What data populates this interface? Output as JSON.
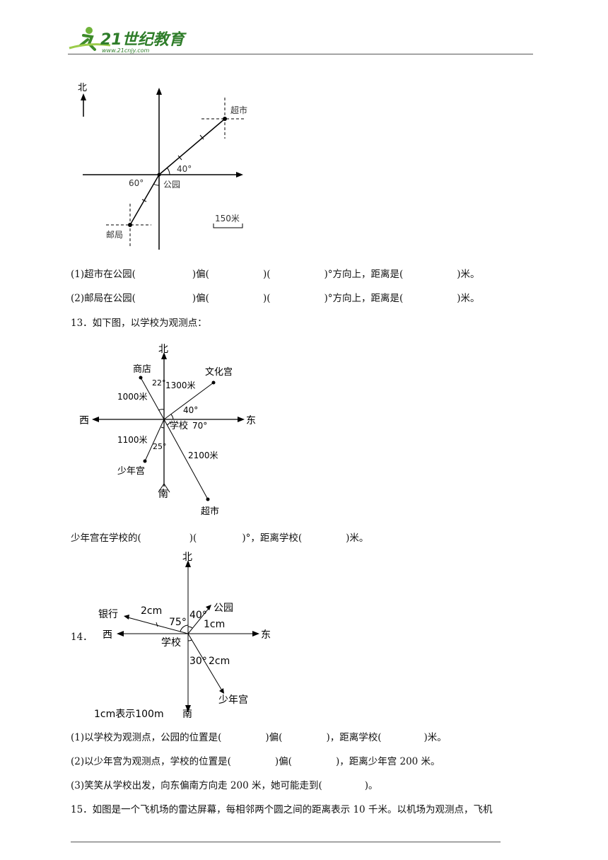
{
  "header": {
    "logo_text": "21世纪教育",
    "logo_url_text": "www.21cnjy.com"
  },
  "figure1": {
    "north": "北",
    "supermarket": "超市",
    "park": "公园",
    "post_office": "邮局",
    "angle_upper": "40°",
    "angle_lower": "60°",
    "scale": "150米"
  },
  "q12": {
    "line1": [
      "(1)超市在公园(",
      ")偏(",
      ")(",
      ")°方向上，距离是(",
      ")米。"
    ],
    "line2": [
      "(2)邮局在公园(",
      ")偏(",
      ")(",
      ")°方向上，距离是(",
      ")米。"
    ]
  },
  "q13": {
    "intro": "13．如下图，以学校为观测点：",
    "figure": {
      "north": "北",
      "south": "南",
      "west": "西",
      "east": "东",
      "store": "商店",
      "culture_palace": "文化宫",
      "school": "学校",
      "youth_palace": "少年宫",
      "supermarket": "超市",
      "a22": "22°",
      "a40": "40°",
      "a70": "70°",
      "a25": "25°",
      "d1300": "1300米",
      "d1000": "1000米",
      "d1100": "1100米",
      "d2100": "2100米"
    },
    "question": [
      "少年宫在学校的(",
      ")(",
      ")°，距离学校(",
      ")米。"
    ]
  },
  "q14": {
    "number": "14．",
    "figure": {
      "north": "北",
      "south": "南",
      "west": "西",
      "east": "东",
      "bank": "银行",
      "park": "公园",
      "school": "学校",
      "youth_palace": "少年宫",
      "d_bank": "2cm",
      "d_park": "1cm",
      "d_youth": "2cm",
      "a75": "75°",
      "a40": "40°",
      "a30": "30°",
      "scale": "1cm表示100m"
    },
    "line1": [
      "(1)以学校为观测点，公园的位置是(",
      ")偏(",
      ")，距离学校(",
      ")米。"
    ],
    "line2": [
      "(2)以少年宫为观测点，学校的位置是(",
      ")偏(",
      ")，距离少年宫 200 米。"
    ],
    "line3": [
      "(3)笑笑从学校出发，向东偏南方向走 200 米，她可能走到(",
      ")。"
    ]
  },
  "q15": {
    "text": "15．如图是一个飞机场的雷达屏幕，每相邻两个圆之间的距离表示 10 千米。以机场为观测点，飞机"
  }
}
